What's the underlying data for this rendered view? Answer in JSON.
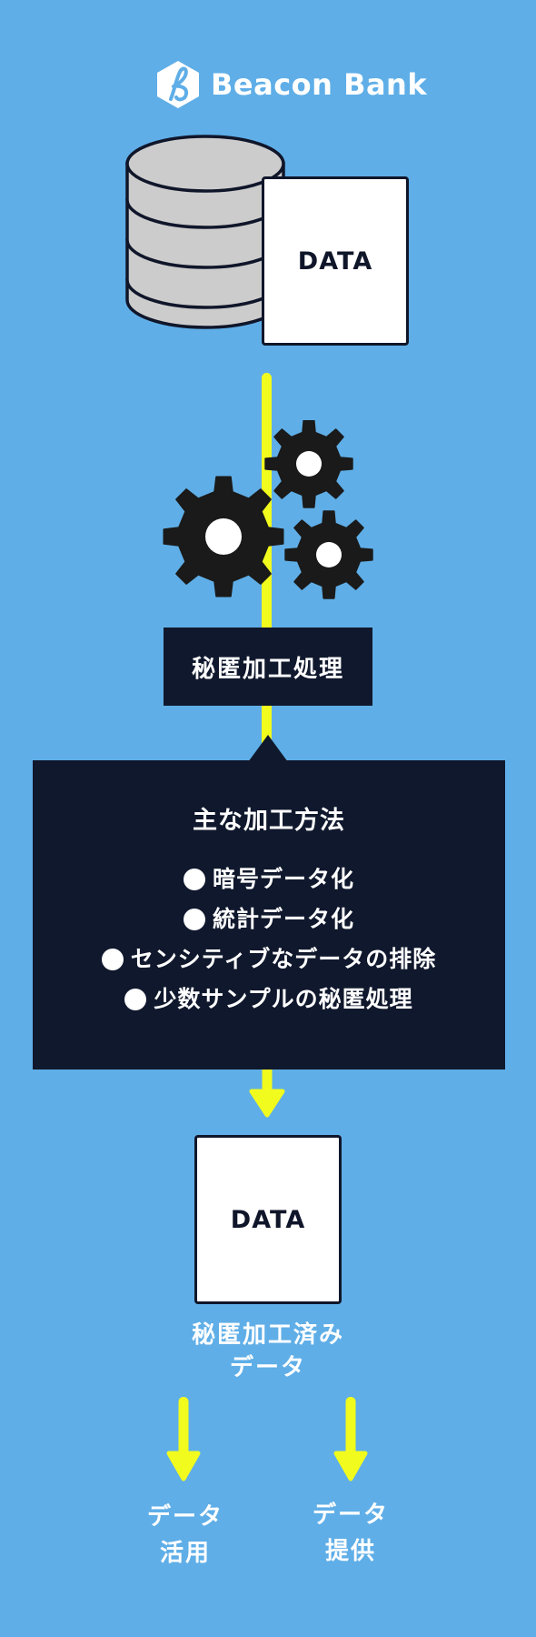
{
  "logo": {
    "text": "Beacon Bank"
  },
  "source_document": {
    "label": "DATA"
  },
  "process": {
    "label": "秘匿加工処理"
  },
  "methods": {
    "title": "主な加工方法",
    "items": [
      "暗号データ化",
      "統計データ化",
      "センシティブなデータの排除",
      "少数サンプルの秘匿処理"
    ]
  },
  "output_document": {
    "label": "DATA",
    "caption_line1": "秘匿加工済み",
    "caption_line2": "データ"
  },
  "outcomes": [
    {
      "line1": "データ",
      "line2": "活用"
    },
    {
      "line1": "データ",
      "line2": "提供"
    }
  ],
  "colors": {
    "background": "#5faee7",
    "flow_line": "#f1fb1d",
    "dark_box": "#10182d",
    "text_light": "#ffffff",
    "database_fill": "#cccccc"
  }
}
